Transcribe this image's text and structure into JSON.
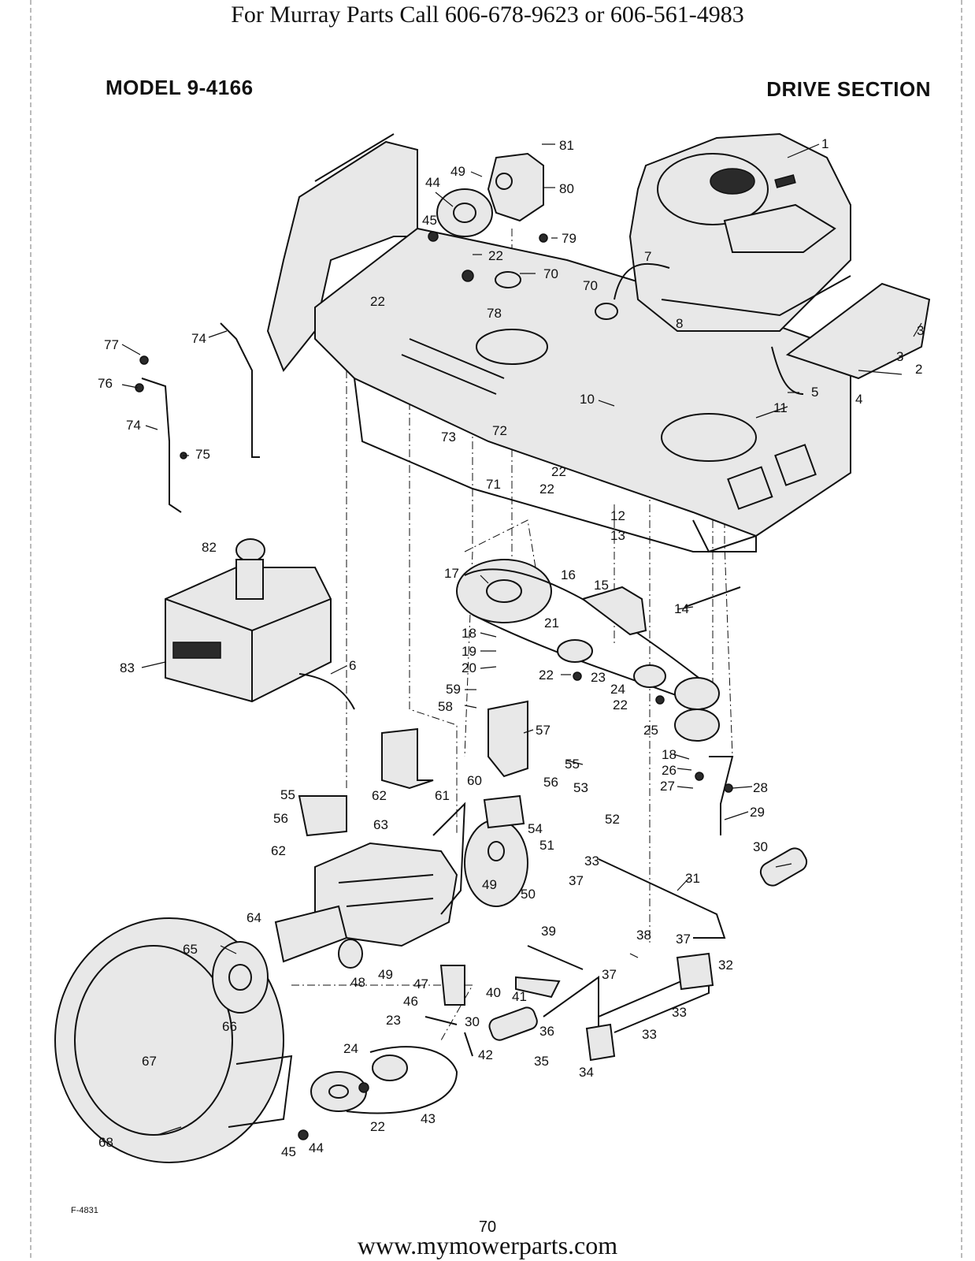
{
  "header": {
    "phone_line": "For Murray Parts Call 606-678-9623 or 606-561-4983",
    "model": "MODEL 9-4166",
    "section": "DRIVE SECTION"
  },
  "footer": {
    "form_code": "F-4831",
    "page_number": "70",
    "url": "www.mymowerparts.com"
  },
  "callouts": [
    "81",
    "1",
    "49",
    "80",
    "44",
    "45",
    "79",
    "22",
    "7",
    "70",
    "22",
    "70",
    "8",
    "78",
    "3",
    "77",
    "74",
    "3",
    "2",
    "76",
    "4",
    "5",
    "10",
    "11",
    "74",
    "73",
    "72",
    "75",
    "71",
    "22",
    "22",
    "12",
    "13",
    "82",
    "17",
    "16",
    "15",
    "14",
    "21",
    "18",
    "19",
    "23",
    "20",
    "22",
    "24",
    "83",
    "6",
    "22",
    "59",
    "58",
    "25",
    "57",
    "18",
    "26",
    "55",
    "27",
    "28",
    "62",
    "56",
    "29",
    "55",
    "61",
    "60",
    "53",
    "52",
    "56",
    "54",
    "63",
    "51",
    "33",
    "62",
    "30",
    "49",
    "50",
    "37",
    "31",
    "64",
    "39",
    "38",
    "37",
    "32",
    "65",
    "48",
    "49",
    "47",
    "40",
    "41",
    "37",
    "33",
    "46",
    "66",
    "23",
    "30",
    "36",
    "33",
    "42",
    "24",
    "35",
    "34",
    "67",
    "22",
    "43",
    "68",
    "45",
    "44"
  ]
}
